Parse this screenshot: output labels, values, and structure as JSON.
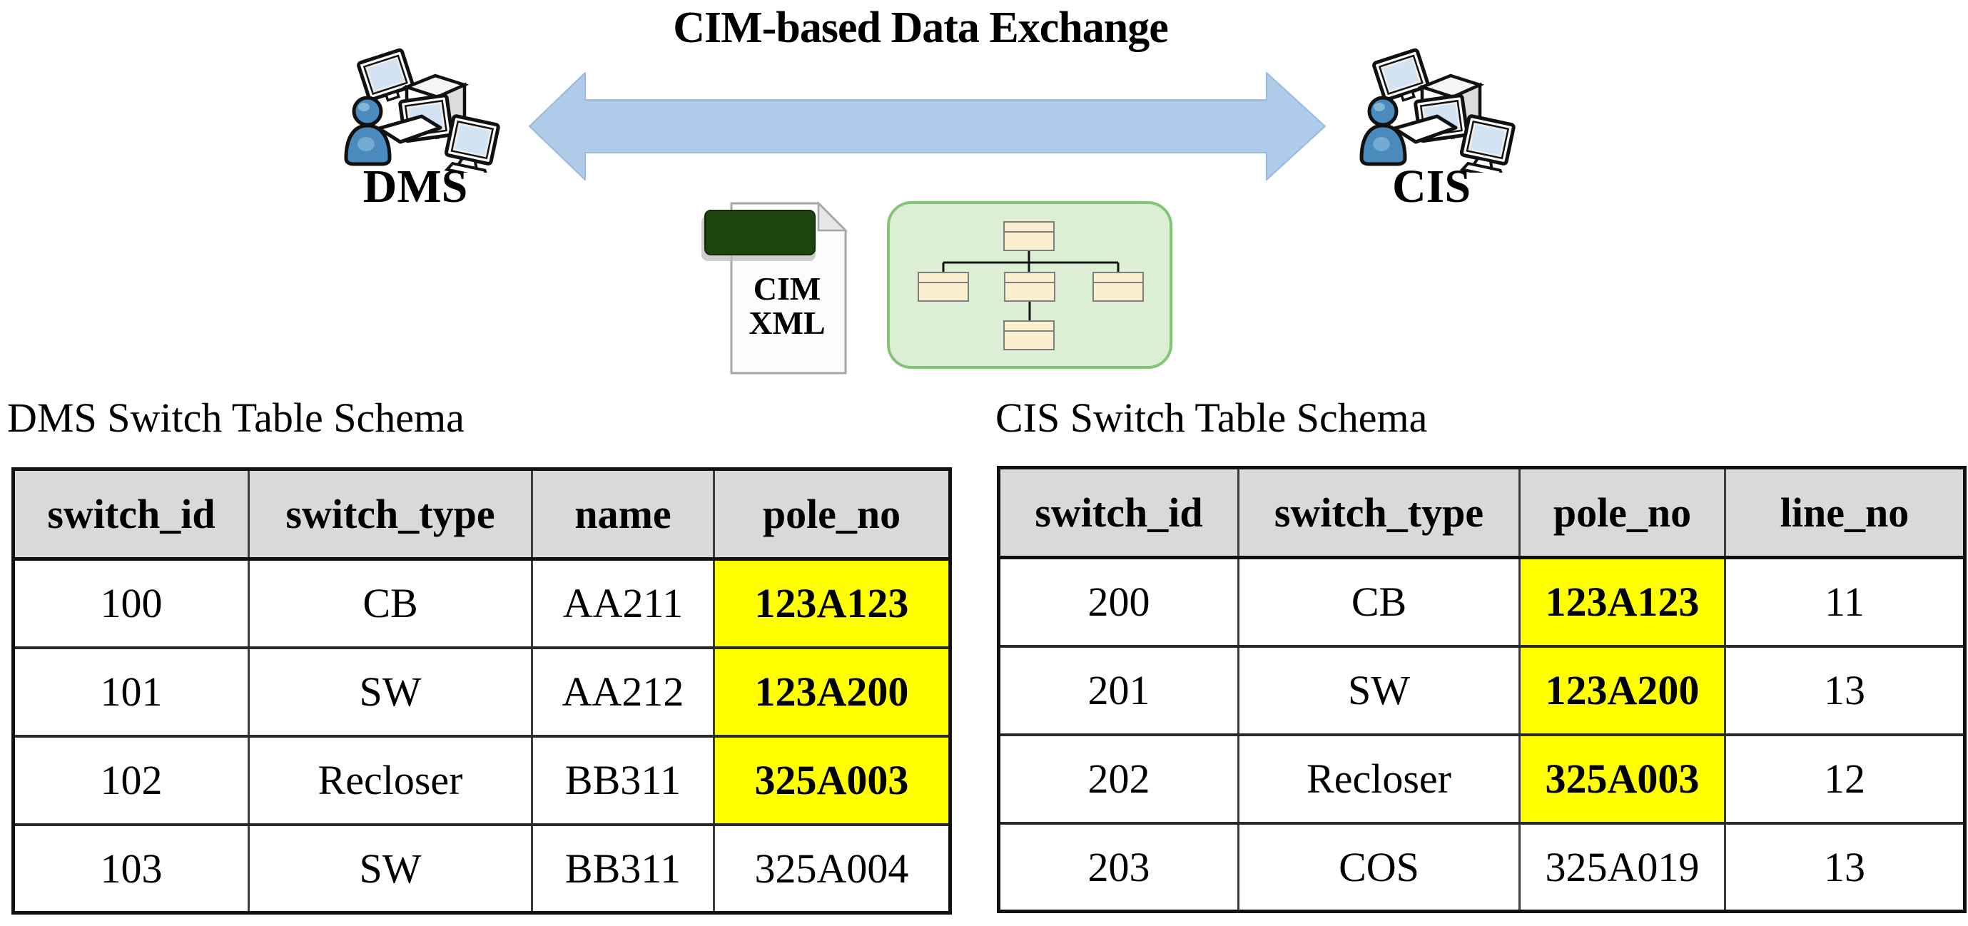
{
  "figure": {
    "title": "CIM-based Data Exchange",
    "dms_label": "DMS",
    "cis_label": "CIS",
    "cim_doc": {
      "line1": "CIM",
      "line2": "XML"
    }
  },
  "dms_schema": {
    "title": "DMS Switch Table Schema",
    "headers": [
      "switch_id",
      "switch_type",
      "name",
      "pole_no"
    ],
    "rows": [
      [
        "100",
        "CB",
        "AA211",
        "123A123"
      ],
      [
        "101",
        "SW",
        "AA212",
        "123A200"
      ],
      [
        "102",
        "Recloser",
        "BB311",
        "325A003"
      ],
      [
        "103",
        "SW",
        "BB311",
        "325A004"
      ]
    ],
    "highlighted_column": "pole_no",
    "highlighted_rows": [
      0,
      1,
      2
    ]
  },
  "cis_schema": {
    "title": "CIS Switch Table Schema",
    "headers": [
      "switch_id",
      "switch_type",
      "pole_no",
      "line_no"
    ],
    "rows": [
      [
        "200",
        "CB",
        "123A123",
        "11"
      ],
      [
        "201",
        "SW",
        "123A200",
        "13"
      ],
      [
        "202",
        "Recloser",
        "325A003",
        "12"
      ],
      [
        "203",
        "COS",
        "325A019",
        "13"
      ]
    ],
    "highlighted_column": "pole_no",
    "highlighted_rows": [
      0,
      1,
      2
    ]
  },
  "colors": {
    "arrow_blue": "#aecbea",
    "arrow_edge": "#9cb8de",
    "header_gray": "#d9d9d9",
    "highlight_yellow": "#ffff00",
    "doc_banner_green": "#1d430f",
    "green_panel_fill": "#dcefd5",
    "green_panel_border": "#86c475",
    "tree_box_fill": "#fcefcf",
    "tree_box_border": "#7f7f7f",
    "person_blue": "#4a8abc",
    "monitor_screen_blue": "#d2e4f3"
  }
}
